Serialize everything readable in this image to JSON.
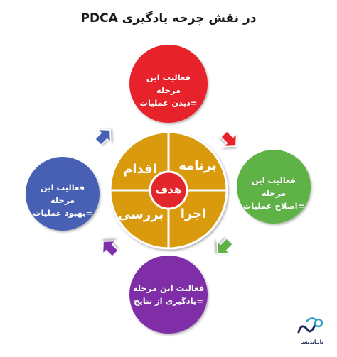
{
  "title": "PDCA در نقش چرخه یادگیری",
  "center": {
    "label": "هدف",
    "color": "#e3262c"
  },
  "wheel": {
    "color": "#d99a0a",
    "quadrants": {
      "top_right": "برنامه",
      "top_left": "اقدام",
      "bottom_right": "اجرا",
      "bottom_left": "بررسی"
    }
  },
  "nodes": {
    "top": {
      "line1": "فعالیت این مرحله",
      "line2": "=دیدن عملیات",
      "color": "#e8202a"
    },
    "right": {
      "line1": "فعالیت این مرحله",
      "line2": "=اصلاح عملیات",
      "color": "#5fb244"
    },
    "bottom": {
      "line1": "فعالیت این مرحله",
      "line2": "=یادگیری از نتایج",
      "color": "#7f2ea8"
    },
    "left": {
      "line1": "فعالیت این مرحله",
      "line2": "=بهبود عملیات",
      "color": "#4661b4"
    }
  },
  "arrows": {
    "top_right": {
      "icon": "arrow-down-right-icon",
      "color": "#e8202a"
    },
    "bottom_right": {
      "icon": "arrow-down-left-icon",
      "color": "#5fb244"
    },
    "bottom_left": {
      "icon": "arrow-up-left-icon",
      "color": "#7f2ea8"
    },
    "top_left": {
      "icon": "arrow-up-right-icon",
      "color": "#4661b4"
    }
  },
  "logo": {
    "text": "نابـاندیشـ"
  }
}
